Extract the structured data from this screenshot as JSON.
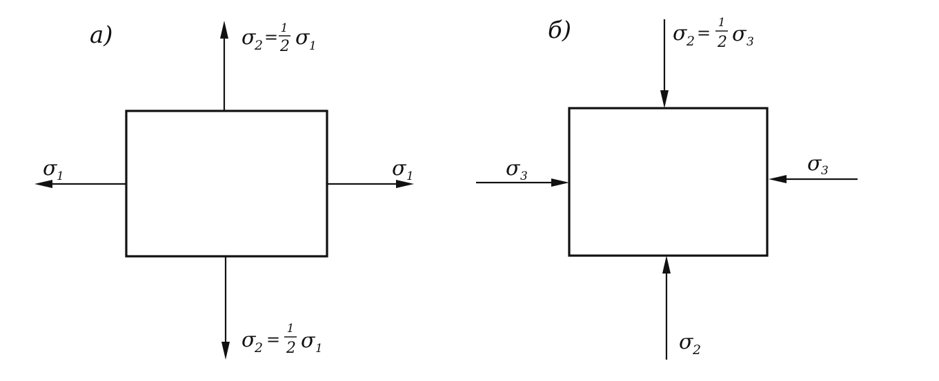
{
  "panels": [
    {
      "letter": "a)",
      "top": {
        "sym": "σ",
        "sub": "2",
        "eq": "=",
        "num": "1",
        "den": "2",
        "rsym": "σ",
        "rsub": "1"
      },
      "bottom": {
        "sym": "σ",
        "sub": "2",
        "eq": "=",
        "num": "1",
        "den": "2",
        "rsym": "σ",
        "rsub": "1"
      },
      "left": {
        "sym": "σ",
        "sub": "1"
      },
      "right": {
        "sym": "σ",
        "sub": "1"
      }
    },
    {
      "letter": "б)",
      "top": {
        "sym": "σ",
        "sub": "2",
        "eq": "=",
        "num": "1",
        "den": "2",
        "rsym": "σ",
        "rsub": "3"
      },
      "bottom": {
        "sym": "σ",
        "sub": "2"
      },
      "left": {
        "sym": "σ",
        "sub": "3"
      },
      "right": {
        "sym": "σ",
        "sub": "3"
      }
    }
  ],
  "colors": {
    "ink": "#111111",
    "background": "#ffffff"
  }
}
